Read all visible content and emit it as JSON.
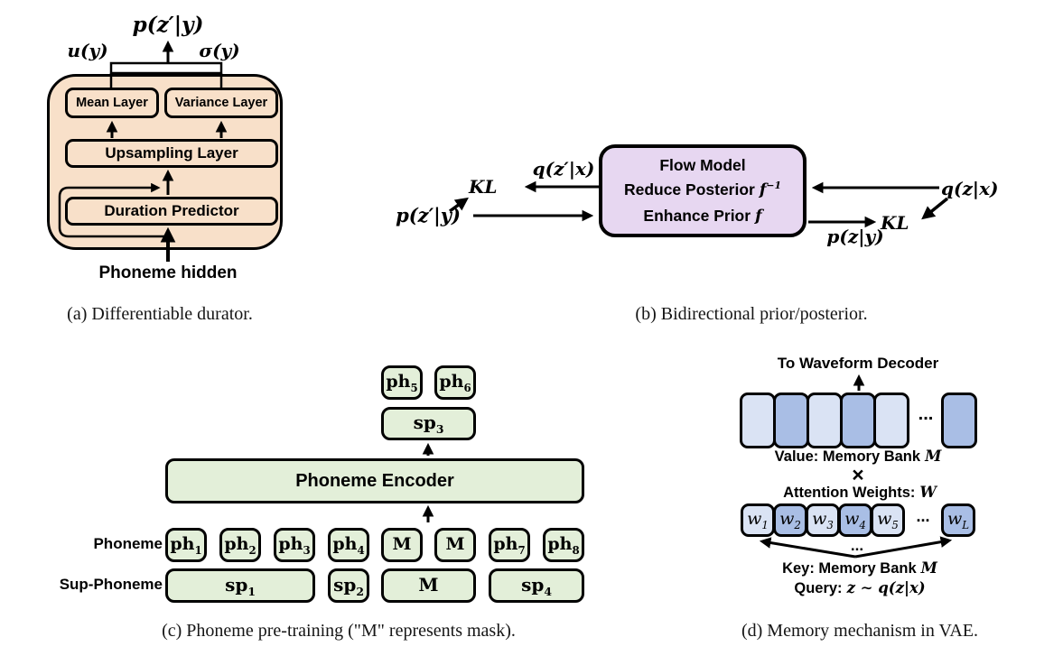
{
  "colors": {
    "peach": "#F8E0C9",
    "purple": "#E7D7F1",
    "green": "#E3EFD9",
    "blue-light": "#DAE3F4",
    "blue-dark": "#A9BEE5"
  },
  "panel_a": {
    "output_label": "p(z′|y)",
    "mean_output_label": "u(y)",
    "variance_output_label": "σ(y)",
    "mean_box": "Mean Layer",
    "variance_box": "Variance Layer",
    "upsampling_box": "Upsampling Layer",
    "duration_box": "Duration Predictor",
    "input_label": "Phoneme hidden",
    "caption": "(a) Differentiable durator."
  },
  "panel_b": {
    "flow": {
      "line1": "Flow Model",
      "line2_text": "Reduce Posterior",
      "line2_math": "f",
      "line2_sup": "−1",
      "line3_text": "Enhance Prior",
      "line3_math": "f"
    },
    "left": {
      "prior": "p(z′|y)",
      "kl": "KL",
      "q": "q(z′|x)"
    },
    "right": {
      "q": "q(z|x)",
      "kl": "KL",
      "prior": "p(z|y)"
    },
    "caption": "(b) Bidirectional prior/posterior."
  },
  "panel_c": {
    "top_phonemes": [
      {
        "base": "ph",
        "sub": "5"
      },
      {
        "base": "ph",
        "sub": "6"
      }
    ],
    "top_sup": {
      "base": "sp",
      "sub": "3"
    },
    "encoder_box": "Phoneme Encoder",
    "phoneme_row_label": "Phoneme",
    "sup_row_label": "Sup-Phoneme",
    "phoneme_row": [
      {
        "base": "ph",
        "sub": "1"
      },
      {
        "base": "ph",
        "sub": "2"
      },
      {
        "base": "ph",
        "sub": "3"
      },
      {
        "base": "ph",
        "sub": "4"
      },
      {
        "base": "M",
        "sub": ""
      },
      {
        "base": "M",
        "sub": ""
      },
      {
        "base": "ph",
        "sub": "7"
      },
      {
        "base": "ph",
        "sub": "8"
      }
    ],
    "sup_row": [
      {
        "base": "sp",
        "sub": "1"
      },
      {
        "base": "sp",
        "sub": "2"
      },
      {
        "base": "M",
        "sub": ""
      },
      {
        "base": "sp",
        "sub": "4"
      }
    ],
    "caption": "(c) Phoneme pre-training (\"M\" represents mask)."
  },
  "panel_d": {
    "top_label": "To Waveform Decoder",
    "value_label_text": "Value: Memory Bank",
    "value_label_math": "M",
    "multiply_symbol": "×",
    "attention_label_text": "Attention Weights:",
    "attention_label_math": "W",
    "weights": [
      {
        "base": "w",
        "sub": "1"
      },
      {
        "base": "w",
        "sub": "2"
      },
      {
        "base": "w",
        "sub": "3"
      },
      {
        "base": "w",
        "sub": "4"
      },
      {
        "base": "w",
        "sub": "5"
      },
      {
        "base": "w",
        "sub": "L"
      }
    ],
    "ellipsis": "...",
    "key_label_text": "Key: Memory Bank",
    "key_label_math": "M",
    "query_label_text": "Query:",
    "query_label_math": "z ∼ q(z|x)",
    "caption": "(d) Memory mechanism in VAE."
  }
}
